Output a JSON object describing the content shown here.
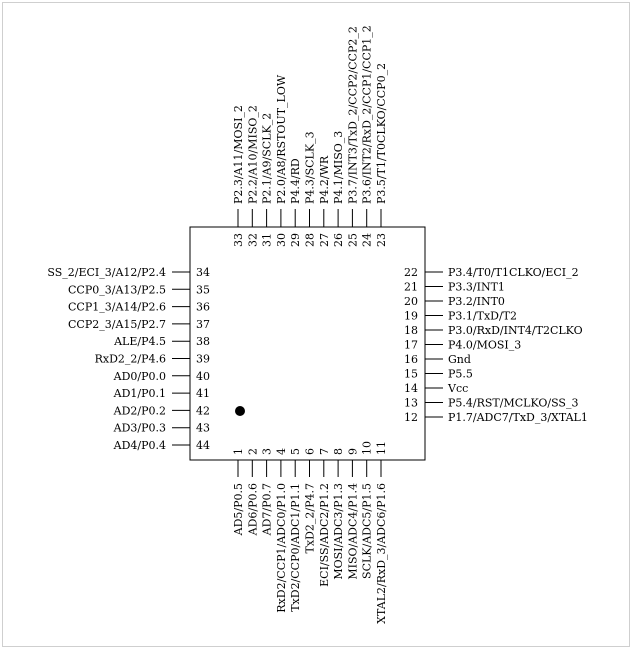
{
  "colors": {
    "line": "#000000",
    "background": "#ffffff"
  },
  "pins_left": [
    {
      "num": "34",
      "label": "SS_2/ECI_3/A12/P2.4"
    },
    {
      "num": "35",
      "label": "CCP0_3/A13/P2.5"
    },
    {
      "num": "36",
      "label": "CCP1_3/A14/P2.6"
    },
    {
      "num": "37",
      "label": "CCP2_3/A15/P2.7"
    },
    {
      "num": "38",
      "label": "ALE/P4.5"
    },
    {
      "num": "39",
      "label": "RxD2_2/P4.6"
    },
    {
      "num": "40",
      "label": "AD0/P0.0"
    },
    {
      "num": "41",
      "label": "AD1/P0.1"
    },
    {
      "num": "42",
      "label": "AD2/P0.2"
    },
    {
      "num": "43",
      "label": "AD3/P0.3"
    },
    {
      "num": "44",
      "label": "AD4/P0.4"
    }
  ],
  "pins_right": [
    {
      "num": "22",
      "label": "P3.4/T0/T1CLKO/ECI_2"
    },
    {
      "num": "21",
      "label": "P3.3/INT1"
    },
    {
      "num": "20",
      "label": "P3.2/INT0"
    },
    {
      "num": "19",
      "label": "P3.1/TxD/T2"
    },
    {
      "num": "18",
      "label": "P3.0/RxD/INT4/T2CLKO"
    },
    {
      "num": "17",
      "label": "P4.0/MOSI_3"
    },
    {
      "num": "16",
      "label": "Gnd"
    },
    {
      "num": "15",
      "label": "P5.5"
    },
    {
      "num": "14",
      "label": "Vcc"
    },
    {
      "num": "13",
      "label": "P5.4/RST/MCLKO/SS_3"
    },
    {
      "num": "12",
      "label": "P1.7/ADC7/TxD_3/XTAL1"
    }
  ],
  "pins_top": [
    {
      "num": "33",
      "label": "P2.3/A11/MOSI_2"
    },
    {
      "num": "32",
      "label": "P2.2/A10/MISO_2"
    },
    {
      "num": "31",
      "label": "P2.1/A9/SCLK_2"
    },
    {
      "num": "30",
      "label": "P2.0/A8/RSTOUT_LOW"
    },
    {
      "num": "29",
      "label": "P4.4/RD"
    },
    {
      "num": "28",
      "label": "P4.3/SCLK_3"
    },
    {
      "num": "27",
      "label": "P4.2/WR"
    },
    {
      "num": "26",
      "label": "P4.1/MISO_3"
    },
    {
      "num": "25",
      "label": "P3.7/INT3/TxD_2/CCP2/CCP2_2"
    },
    {
      "num": "24",
      "label": "P3.6/INT2/RxD_2/CCP1/CCP1_2"
    },
    {
      "num": "23",
      "label": "P3.5/T1/T0CLKO/CCP0_2"
    }
  ],
  "pins_bottom": [
    {
      "num": "1",
      "label": "AD5/P0.5"
    },
    {
      "num": "2",
      "label": "AD6/P0.6"
    },
    {
      "num": "3",
      "label": "AD7/P0.7"
    },
    {
      "num": "4",
      "label": "RxD2/CCP1/ADC0/P1.0"
    },
    {
      "num": "5",
      "label": "TxD2/CCP0/ADC1/P1.1"
    },
    {
      "num": "6",
      "label": "TxD2_2/P4.7"
    },
    {
      "num": "7",
      "label": "ECI/SS/ADC2/P1.2"
    },
    {
      "num": "8",
      "label": "MOSI/ADC3/P1.3"
    },
    {
      "num": "9",
      "label": "MISO/ADC4/P1.4"
    },
    {
      "num": "10",
      "label": "SCLK/ADC5/P1.5"
    },
    {
      "num": "11",
      "label": "XTAL2/RxD_3/ADC6/P1.6"
    }
  ]
}
